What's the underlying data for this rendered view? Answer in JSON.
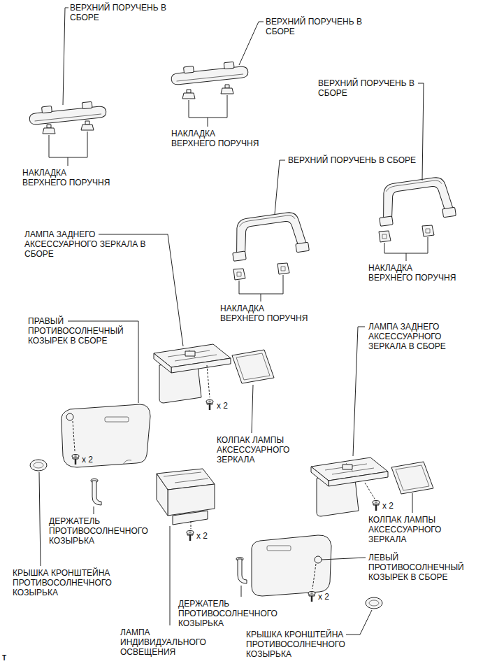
{
  "diagram": {
    "labels": [
      "ВЕРХНИЙ ПОРУЧЕНЬ В СБОРЕ",
      "ВЕРХНИЙ ПОРУЧЕНЬ В СБОРЕ",
      "ВЕРХНИЙ ПОРУЧЕНЬ В СБОРЕ",
      "НАКЛАДКА ВЕРХНЕГО ПОРУЧНЯ",
      "ВЕРХНИЙ ПОРУЧЕНЬ В СБОРЕ",
      "НАКЛАДКА ВЕРХНЕГО ПОРУЧНЯ",
      "ЛАМПА ЗАДНЕГО АКСЕССУАРНОГО ЗЕРКАЛА В СБОРЕ",
      "НАКЛАДКА ВЕРХНЕГО ПОРУЧНЯ",
      "НАКЛАДКА ВЕРХНЕГО ПОРУЧНЯ",
      "ПРАВЫЙ ПРОТИВОСОЛНЕЧНЫЙ КОЗЫРЕК В СБОРЕ",
      "ЛАМПА ЗАДНЕГО АКСЕССУАРНОГО ЗЕРКАЛА В СБОРЕ",
      "x 2",
      "КОЛПАК ЛАМПЫ АКСЕССУАРНОГО ЗЕРКАЛА",
      "x 2",
      "x 2",
      "ДЕРЖАТЕЛЬ ПРОТИВОСОЛНЕЧНОГО КОЗЫРЬКА",
      "КОЛПАК ЛАМПЫ АКСЕССУАРНОГО ЗЕРКАЛА",
      "x 2",
      "ЛЕВЫЙ ПРОТИВОСОЛНЕЧНЫЙ КОЗЫРЕК В СБОРЕ",
      "КРЫШКА КРОНШТЕЙНА ПРОТИВОСОЛНЕЧНОГО КОЗЫРЬКА",
      "ДЕРЖАТЕЛЬ ПРОТИВОСОЛНЕЧНОГО КОЗЫРЬКА",
      "x 2",
      "ЛАМПА ИНДИВИДУАЛЬНОГО ОСВЕЩЕНИЯ",
      "КРЫШКА КРОНШТЕЙНА ПРОТИВОСОЛНЕЧНОГО КОЗЫРЬКА",
      "T"
    ]
  }
}
